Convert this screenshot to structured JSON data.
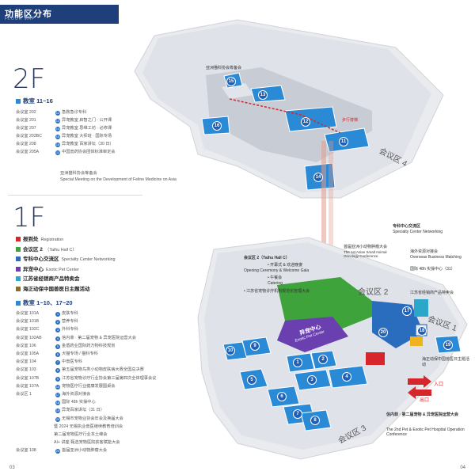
{
  "header": {
    "title": "功能区分布",
    "subtitle": "FLOOR MAP"
  },
  "floor2": {
    "label": "2F",
    "section_title": "教室 11~16",
    "rows": [
      {
        "room": "会议室 202",
        "num": "12",
        "text": "急救急诊专科"
      },
      {
        "room": "会议室 201",
        "num": "13",
        "text": "异宠教室 启智之门 · 公开课"
      },
      {
        "room": "会议室 207",
        "num": "14",
        "text": "异宠教室 思维工坊 · 必修课"
      },
      {
        "room": "会议室 203BC",
        "num": "15",
        "text": "异宠教室 大师班 · 国际专场"
      },
      {
        "room": "会议室 208",
        "num": "16",
        "text": "异宠教室 百家讲坛（30 日）"
      },
      {
        "room": "会议室 205A",
        "num": "11",
        "text": "中国兽药协会团体标准审定会"
      }
    ],
    "extra": [
      "亚洲猫科协会筹备会",
      "Special Meeting on the Development of Feline Medicine on Asia"
    ],
    "map_labels": {
      "asia_feline": "亚洲猫科协会筹备会",
      "zone4": "会议区 4",
      "stairs": "步行楼梯"
    }
  },
  "floor1": {
    "label": "1F",
    "legend": [
      {
        "color": "#d7262b",
        "cn": "报到处",
        "en": "Registration"
      },
      {
        "color": "#3da33a",
        "cn": "会议区 2",
        "en": "（Taihu Hall C）"
      },
      {
        "color": "#2a6dbf",
        "cn": "专科中心交流区",
        "en": "Specialty Center Networking"
      },
      {
        "color": "#6a3fb0",
        "cn": "异宠中心",
        "en": "Exotic Pet Center"
      },
      {
        "color": "#2aa7c9",
        "cn": "江苏省经销商产品特卖会",
        "en": ""
      },
      {
        "color": "#8a6d2a",
        "cn": "海正动保中国兽医日主题活动",
        "en": ""
      }
    ],
    "section_title": "教室 1~10、17~20",
    "rows": [
      {
        "room": "会议室 101A",
        "num": "1",
        "text": "皮肤专科"
      },
      {
        "room": "会议室 101B",
        "num": "2",
        "text": "营养专科"
      },
      {
        "room": "会议室 102C",
        "num": "3",
        "text": "外科专科"
      },
      {
        "room": "会议室 102AB",
        "num": "4",
        "text": "信内菲 · 第二届宠物 & 异宠医院运营大会"
      },
      {
        "room": "会议室 106",
        "num": "5",
        "text": "金盾药业国际药万物科技规划"
      },
      {
        "room": "会议室 105A",
        "num": "6",
        "text": "犬猫专场 / 猫科专科"
      },
      {
        "room": "会议室 104",
        "num": "7",
        "text": "中兽医专科"
      },
      {
        "room": "会议室 103",
        "num": "8",
        "text": "第五届宠物鸟类小动物皮肤病大赛全国总决赛"
      },
      {
        "room": "会议室 107B",
        "num": "9",
        "text": "江苏省宠物诊疗行业协会第三届第四次全体理事会议"
      },
      {
        "room": "会议室 107A",
        "num": "10",
        "text": "宠物医疗行业健康发展圆桌会"
      },
      {
        "room": "会议区 1",
        "num": "17",
        "text": "海外资源对接会"
      },
      {
        "room": "",
        "num": "18",
        "text": "国际 48h 实操中心"
      },
      {
        "room": "",
        "num": "19",
        "text": "异宠百家讲坛（31 日）"
      },
      {
        "room": "",
        "num": "20",
        "text": "无锡市宠物业协会年会及换届大会"
      },
      {
        "room": "",
        "num": "",
        "text": "暨 2024 无锡执业兽医继续教育培训会"
      },
      {
        "room": "",
        "num": "",
        "text": "第二届宠物医疗行业本土峰会"
      },
      {
        "room": "",
        "num": "",
        "text": "AI+ 讲座 甄选宠物医院获客赋能大会"
      },
      {
        "room": "会议室 108",
        "num": "20",
        "text": "首届亚洲小动物肿瘤大会"
      }
    ],
    "map_labels": {
      "specialty": "专科中心交流区",
      "specialty_en": "Specialty Center Networking",
      "oncology": "首届亚洲小动物肿瘤大会",
      "oncology_en": "The 1st Asian Small Animal Oncology Conference",
      "overseas": "海外资源对接会",
      "overseas_en": "Overseas Business Matching",
      "lab": "国际 48h 实操中心（31）",
      "jiangsu": "江苏省经销商产品特卖会",
      "zone2_title": "会议区 2（Taihu Hall C）",
      "zone2_a": "• 开幕式 & 欢迎晚宴",
      "zone2_b": "Opening Ceremony & Welcome Gala",
      "zone2_c": "• 午餐会",
      "zone2_d": "Catering",
      "zone2_e": "• 江苏省宠物诊疗机构规范化管理大会",
      "zone2": "会议区 2",
      "zone1": "会议区 1",
      "zone3": "会议区 3",
      "exotic": "异宠中心",
      "exotic_en": "Exotic Pet Center",
      "haizheng": "海正动保中国兽医日主题活动",
      "entrance": "入口",
      "exit": "出口",
      "ops": "信内菲 · 第二届宠物 & 异宠医院运营大会",
      "ops_en": "The 2nd Pet & Exotic Pet Hospital Operation Conference"
    }
  },
  "pages": {
    "left": "03",
    "right": "04"
  }
}
